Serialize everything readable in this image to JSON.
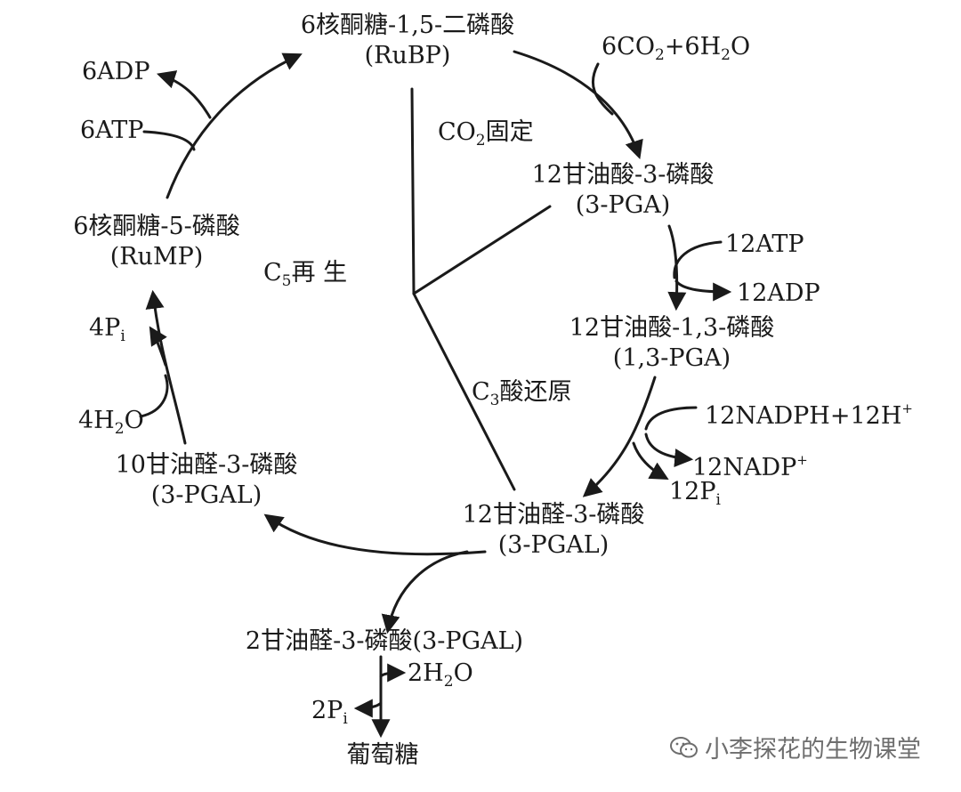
{
  "nodes": {
    "rubp": {
      "line1": "6核酮糖-1,5-二磷酸",
      "line2": "(RuBP)"
    },
    "co2_input": {
      "a": "6CO",
      "a_sub": "2",
      "b": "+6H",
      "b_sub": "2",
      "c": "O"
    },
    "pga": {
      "line1": "12甘油酸-3-磷酸",
      "line2": "(3-PGA)"
    },
    "atp_in": "12ATP",
    "adp_out": "12ADP",
    "bpga": {
      "line1": "12甘油酸-1,3-磷酸",
      "line2": "(1,3-PGA)"
    },
    "nadph_in": {
      "text": "12NADPH+12H",
      "sup": "+"
    },
    "nadp_out": {
      "text": "12NADP",
      "sup": "+"
    },
    "pi_out12": {
      "text": "12P",
      "sub": "i"
    },
    "pgal12": {
      "line1": "12甘油醛-3-磷酸",
      "line2": "(3-PGAL)"
    },
    "pgal10": {
      "line1": "10甘油醛-3-磷酸",
      "line2": "(3-PGAL)"
    },
    "pgal2": "2甘油醛-3-磷酸(3-PGAL)",
    "h2o_2": {
      "a": "2H",
      "sub": "2",
      "b": "O"
    },
    "pi_2": {
      "text": "2P",
      "sub": "i"
    },
    "glucose": "葡萄糖",
    "h2o_4": {
      "a": "4H",
      "sub": "2",
      "b": "O"
    },
    "pi_4": {
      "text": "4P",
      "sub": "i"
    },
    "rump": {
      "line1": "6核酮糖-5-磷酸",
      "line2": "(RuMP)"
    },
    "atp6": "6ATP",
    "adp6": "6ADP"
  },
  "phases": {
    "fixation": {
      "a": "CO",
      "sub": "2",
      "b": "固定"
    },
    "reduction": {
      "a": "C",
      "sub": "3",
      "b": "酸还原"
    },
    "regeneration": {
      "a": "C",
      "sub": "5",
      "b": "再 生"
    }
  },
  "watermark": "小李探花的生物课堂",
  "colors": {
    "ink": "#1a1a1a",
    "watermark": "#6e6e6e"
  }
}
